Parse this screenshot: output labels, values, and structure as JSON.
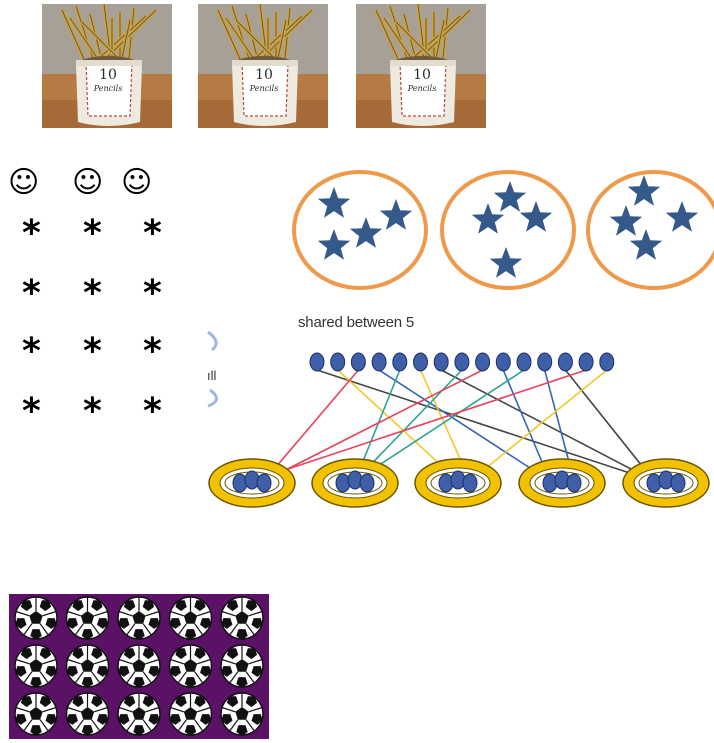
{
  "pencil_pots": [
    {
      "number": "10",
      "word": "Pencils"
    },
    {
      "number": "10",
      "word": "Pencils"
    },
    {
      "number": "10",
      "word": "Pencils"
    }
  ],
  "smileys": [
    "☺",
    "☺",
    "☺"
  ],
  "asterisk_grid": {
    "symbol": "*",
    "rows": [
      [
        "*",
        "*",
        "*"
      ],
      [
        "*",
        "*",
        "*"
      ],
      [
        "*",
        "*",
        "*"
      ],
      [
        "*",
        "*",
        "*"
      ]
    ]
  },
  "star_groups": [
    {
      "count": 4
    },
    {
      "count": 4
    },
    {
      "count": 4
    }
  ],
  "sharing_diagram": {
    "title": "shared between 5",
    "fragment_text": "ıll",
    "counters": 15,
    "bowls": 5,
    "counters_per_bowl": 3,
    "colors": {
      "counter": "#3f5fa8",
      "bowl": "#f2c200",
      "lines": [
        "#e8415c",
        "#2aa58e",
        "#f0c92c",
        "#3565b8",
        "#444444"
      ]
    }
  },
  "footballs": {
    "rows": 3,
    "cols": 5,
    "panel_color": "#5a1166"
  },
  "colors": {
    "star": "#355a8a",
    "ellipse": "#ee9a4a"
  }
}
